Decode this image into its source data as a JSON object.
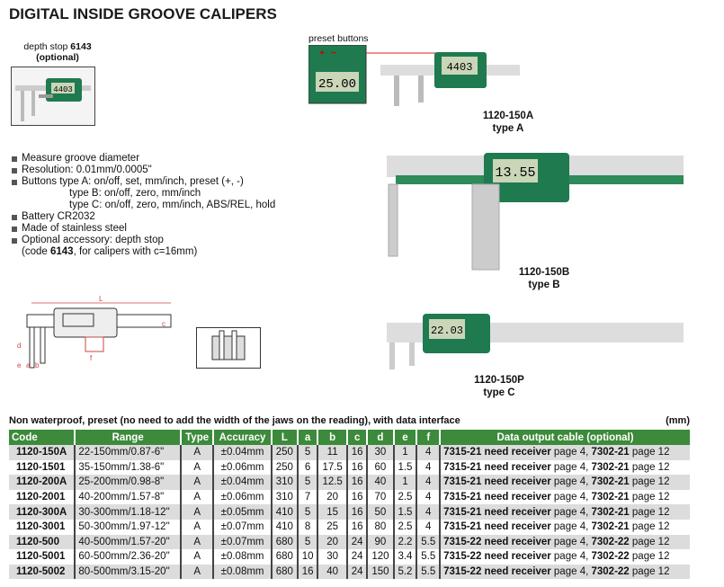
{
  "title": "DIGITAL INSIDE GROOVE CALIPERS",
  "depth_stop": {
    "label": "depth stop",
    "code": "6143",
    "note": "(optional)",
    "display": "4403"
  },
  "preset": {
    "label": "preset buttons",
    "plus": "+",
    "minus": "−",
    "display": "25.00"
  },
  "features": [
    "Measure groove diameter",
    "Resolution: 0.01mm/0.0005\"",
    "Buttons type A: on/off, set, mm/inch, preset (+, -)",
    "type B: on/off, zero, mm/inch",
    "type C: on/off, zero, mm/inch, ABS/REL, hold",
    "Battery CR2032",
    "Made of stainless steel",
    "Optional accessory: depth stop"
  ],
  "accessory_note": {
    "pre": "(code ",
    "code": "6143",
    "post": ", for calipers with c=16mm)"
  },
  "models": [
    {
      "code": "1120-150A",
      "type": "type A",
      "display": "4403"
    },
    {
      "code": "1120-150B",
      "type": "type B",
      "display": "13.55"
    },
    {
      "code": "1120-150P",
      "type": "type C",
      "display": "22.03"
    }
  ],
  "diagram_labels": {
    "L": "L",
    "a": "a",
    "b": "b",
    "c": "c",
    "d": "d",
    "e": "e",
    "f": "f"
  },
  "table": {
    "caption": "Non waterproof, preset (no need to add the width of the jaws on the reading), with data interface",
    "unit": "(mm)",
    "headers": [
      "Code",
      "Range",
      "Type",
      "Accuracy",
      "L",
      "a",
      "b",
      "c",
      "d",
      "e",
      "f",
      "Data output cable (optional)"
    ],
    "rows": [
      [
        "1120-150A",
        "22-150mm/0.87-6\"",
        "A",
        "±0.04mm",
        "250",
        "5",
        "11",
        "16",
        "30",
        "1",
        "4",
        "7315-21",
        "7302-21"
      ],
      [
        "1120-1501",
        "35-150mm/1.38-6\"",
        "A",
        "±0.06mm",
        "250",
        "6",
        "17.5",
        "16",
        "60",
        "1.5",
        "4",
        "7315-21",
        "7302-21"
      ],
      [
        "1120-200A",
        "25-200mm/0.98-8\"",
        "A",
        "±0.04mm",
        "310",
        "5",
        "12.5",
        "16",
        "40",
        "1",
        "4",
        "7315-21",
        "7302-21"
      ],
      [
        "1120-2001",
        "40-200mm/1.57-8\"",
        "A",
        "±0.06mm",
        "310",
        "7",
        "20",
        "16",
        "70",
        "2.5",
        "4",
        "7315-21",
        "7302-21"
      ],
      [
        "1120-300A",
        "30-300mm/1.18-12\"",
        "A",
        "±0.05mm",
        "410",
        "5",
        "15",
        "16",
        "50",
        "1.5",
        "4",
        "7315-21",
        "7302-21"
      ],
      [
        "1120-3001",
        "50-300mm/1.97-12\"",
        "A",
        "±0.07mm",
        "410",
        "8",
        "25",
        "16",
        "80",
        "2.5",
        "4",
        "7315-21",
        "7302-21"
      ],
      [
        "1120-500",
        "40-500mm/1.57-20\"",
        "A",
        "±0.07mm",
        "680",
        "5",
        "20",
        "24",
        "90",
        "2.2",
        "5.5",
        "7315-22",
        "7302-22"
      ],
      [
        "1120-5001",
        "60-500mm/2.36-20\"",
        "A",
        "±0.08mm",
        "680",
        "10",
        "30",
        "24",
        "120",
        "3.4",
        "5.5",
        "7315-22",
        "7302-22"
      ],
      [
        "1120-5002",
        "80-500mm/3.15-20\"",
        "A",
        "±0.08mm",
        "680",
        "16",
        "40",
        "24",
        "150",
        "5.2",
        "5.5",
        "7315-22",
        "7302-22"
      ]
    ],
    "cable_text": {
      "need": " need receiver",
      "page4": " page 4, ",
      "page12": " page 12"
    }
  },
  "colors": {
    "header_green": "#3c8a3a",
    "caliper_green": "#1f7a4f"
  }
}
